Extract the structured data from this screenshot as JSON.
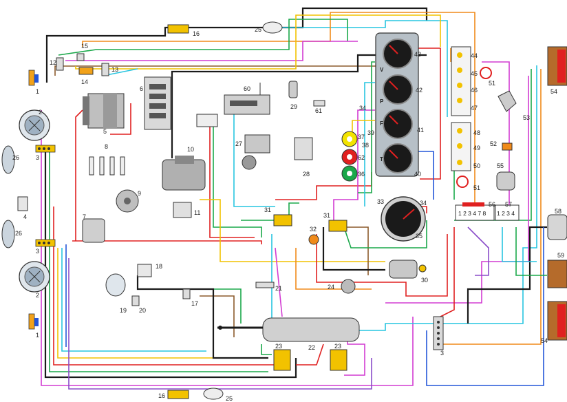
{
  "diagram": {
    "labels": [
      {
        "id": "l1a",
        "text": "1"
      },
      {
        "id": "l1b",
        "text": "1"
      },
      {
        "id": "l2a",
        "text": "2"
      },
      {
        "id": "l2b",
        "text": "2"
      },
      {
        "id": "l3a",
        "text": "3"
      },
      {
        "id": "l3b",
        "text": "3"
      },
      {
        "id": "l3c",
        "text": "3"
      },
      {
        "id": "l4",
        "text": "4"
      },
      {
        "id": "l5",
        "text": "5"
      },
      {
        "id": "l6",
        "text": "6"
      },
      {
        "id": "l7",
        "text": "7"
      },
      {
        "id": "l8",
        "text": "8"
      },
      {
        "id": "l9",
        "text": "9"
      },
      {
        "id": "l10",
        "text": "10"
      },
      {
        "id": "l11",
        "text": "11"
      },
      {
        "id": "l12",
        "text": "12"
      },
      {
        "id": "l13",
        "text": "13"
      },
      {
        "id": "l14",
        "text": "14"
      },
      {
        "id": "l15",
        "text": "15"
      },
      {
        "id": "l16a",
        "text": "16"
      },
      {
        "id": "l16b",
        "text": "16"
      },
      {
        "id": "l17",
        "text": "17"
      },
      {
        "id": "l18",
        "text": "18"
      },
      {
        "id": "l19",
        "text": "19"
      },
      {
        "id": "l20",
        "text": "20"
      },
      {
        "id": "l21",
        "text": "21"
      },
      {
        "id": "l22",
        "text": "22"
      },
      {
        "id": "l23a",
        "text": "23"
      },
      {
        "id": "l23b",
        "text": "23"
      },
      {
        "id": "l24",
        "text": "24"
      },
      {
        "id": "l25a",
        "text": "25"
      },
      {
        "id": "l25b",
        "text": "25"
      },
      {
        "id": "l26a",
        "text": "26"
      },
      {
        "id": "l26b",
        "text": "26"
      },
      {
        "id": "l27",
        "text": "27"
      },
      {
        "id": "l28",
        "text": "28"
      },
      {
        "id": "l29",
        "text": "29"
      },
      {
        "id": "l30",
        "text": "30"
      },
      {
        "id": "l31a",
        "text": "31"
      },
      {
        "id": "l31b",
        "text": "31"
      },
      {
        "id": "l32",
        "text": "32"
      },
      {
        "id": "l33",
        "text": "33"
      },
      {
        "id": "l34a",
        "text": "34"
      },
      {
        "id": "l34b",
        "text": "34"
      },
      {
        "id": "l35",
        "text": "35"
      },
      {
        "id": "l36",
        "text": "36"
      },
      {
        "id": "l37",
        "text": "37"
      },
      {
        "id": "l38",
        "text": "38"
      },
      {
        "id": "l39",
        "text": "39"
      },
      {
        "id": "l40",
        "text": "40"
      },
      {
        "id": "l41",
        "text": "41"
      },
      {
        "id": "l42",
        "text": "42"
      },
      {
        "id": "l43",
        "text": "43"
      },
      {
        "id": "l44",
        "text": "44"
      },
      {
        "id": "l45",
        "text": "45"
      },
      {
        "id": "l46",
        "text": "46"
      },
      {
        "id": "l47",
        "text": "47"
      },
      {
        "id": "l48",
        "text": "48"
      },
      {
        "id": "l49",
        "text": "49"
      },
      {
        "id": "l50",
        "text": "50"
      },
      {
        "id": "l51a",
        "text": "51"
      },
      {
        "id": "l51b",
        "text": "51"
      },
      {
        "id": "l52",
        "text": "52"
      },
      {
        "id": "l53",
        "text": "53"
      },
      {
        "id": "l54a",
        "text": "54"
      },
      {
        "id": "l54b",
        "text": "54"
      },
      {
        "id": "l55",
        "text": "55"
      },
      {
        "id": "l56",
        "text": "56"
      },
      {
        "id": "l57",
        "text": "57"
      },
      {
        "id": "l58",
        "text": "58"
      },
      {
        "id": "l59",
        "text": "59"
      },
      {
        "id": "l60",
        "text": "60"
      },
      {
        "id": "l61",
        "text": "61"
      },
      {
        "id": "l62",
        "text": "62"
      }
    ],
    "terminal_block_56": "1 2 3 4 7 8",
    "terminal_block_57": "1 2 3 4",
    "gauge_letters": [
      "V",
      "P",
      "F",
      "T"
    ]
  },
  "colors": {
    "black": "#1a1a1a",
    "red": "#e02020",
    "green": "#1aa84a",
    "yellow": "#f2c200",
    "cyan": "#27c5e0",
    "blue": "#2456d8",
    "magenta": "#d23cd2",
    "orange": "#f08a1a",
    "brown": "#8b5a2b",
    "gray": "#8a8a8a",
    "violet": "#8a4cc9"
  }
}
